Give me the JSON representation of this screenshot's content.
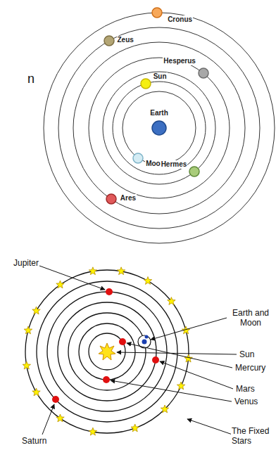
{
  "diagram": {
    "nodes": [
      {
        "text": [
          "Cronus"
        ]
      },
      {
        "text": [
          "Zeus"
        ]
      },
      {
        "text": [
          "Hesperus"
        ]
      },
      {
        "text": [
          "Sun"
        ]
      },
      {
        "text": [
          "Earth"
        ]
      },
      {
        "text": [
          "Moon"
        ]
      },
      {
        "text": [
          "Hermes"
        ]
      },
      {
        "text": [
          "Ares"
        ]
      }
    ],
    "labels": [
      "n",
      "Jupiter",
      "Earth and Moon",
      "Sun",
      "Mercury",
      "Mars",
      "Venus",
      "Saturn",
      "The Fixed Stars"
    ]
  }
}
